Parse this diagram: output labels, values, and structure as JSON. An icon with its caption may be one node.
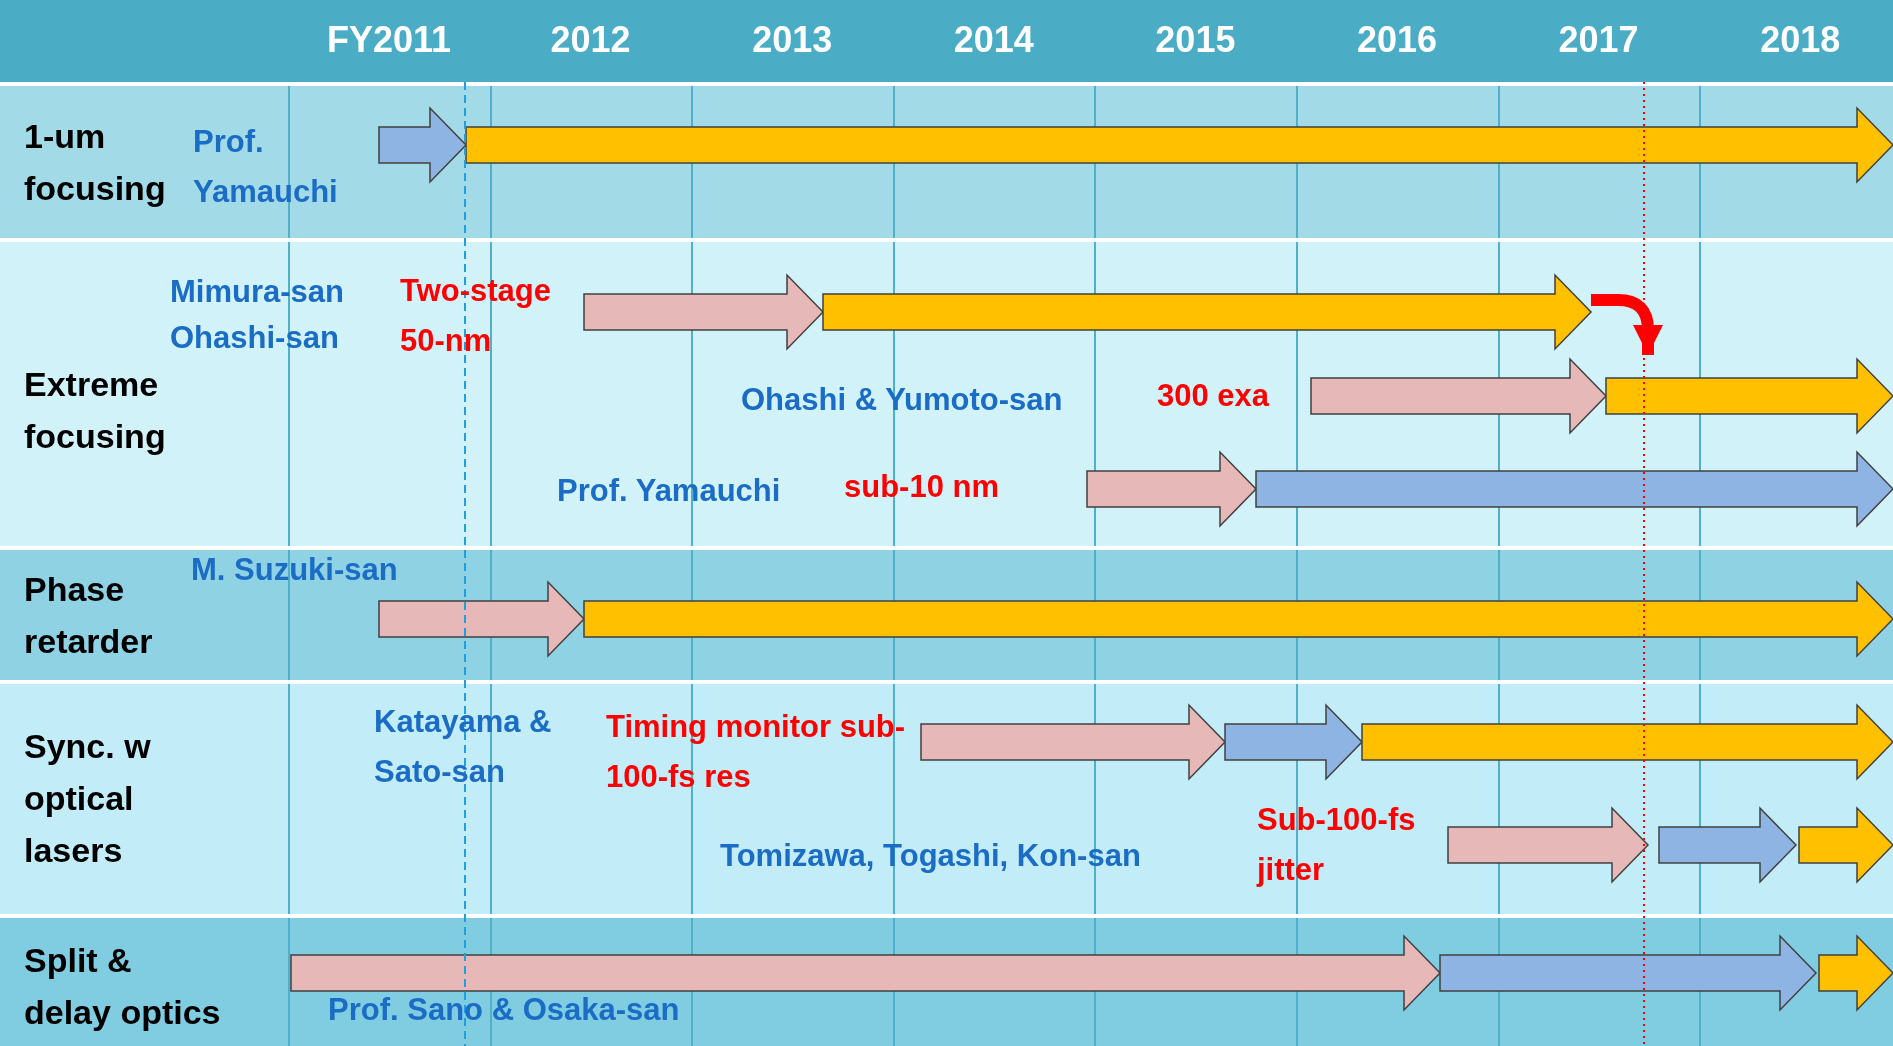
{
  "diagram": {
    "nodes": [
      {
        "text": [
          "1-um focusing"
        ]
      },
      {
        "text": [],
        "shape": "arrow",
        "in": 0
      },
      {
        "text": [],
        "shape": "arrow",
        "in": 0
      },
      {
        "text": [
          "Extreme focusing"
        ]
      },
      {
        "text": [],
        "shape": "arrow",
        "in": 3
      },
      {
        "text": [],
        "shape": "arrow",
        "in": 3
      },
      {
        "text": [],
        "shape": "arrow",
        "in": 3
      },
      {
        "text": [],
        "shape": "arrow",
        "in": 3
      },
      {
        "text": [],
        "shape": "arrow",
        "in": 3
      },
      {
        "text": [],
        "shape": "arrow",
        "in": 3
      },
      {
        "text": [
          "Phase retarder"
        ]
      },
      {
        "text": [],
        "shape": "arrow",
        "in": 10
      },
      {
        "text": [],
        "shape": "arrow",
        "in": 10
      },
      {
        "text": [
          "Sync. w optical lasers"
        ]
      },
      {
        "text": [],
        "shape": "arrow",
        "in": 13
      },
      {
        "text": [],
        "shape": "arrow",
        "in": 13
      },
      {
        "text": [],
        "shape": "arrow",
        "in": 13
      },
      {
        "text": [],
        "shape": "arrow",
        "in": 13
      },
      {
        "text": [],
        "shape": "arrow",
        "in": 13
      },
      {
        "text": [],
        "shape": "arrow",
        "in": 13
      },
      {
        "text": [
          "Split & delay optics"
        ]
      },
      {
        "text": [],
        "shape": "arrow",
        "in": 20
      },
      {
        "text": [],
        "shape": "arrow",
        "in": 20
      },
      {
        "text": [],
        "shape": "arrow",
        "in": 20
      }
    ],
    "edges": [
      {
        "from": 5,
        "to": 7,
        "arrow": "to",
        "color": "#ff0000"
      }
    ],
    "labels": [
      "FY2011",
      "2012",
      "2013",
      "2014",
      "2015",
      "2016",
      "2017",
      "2018",
      "Prof. Yamauchi",
      "Mimura-san",
      "Ohashi-san",
      "Two-stage 50-nm",
      "Ohashi & Yumoto-san",
      "300 exa",
      "Prof. Yamauchi",
      "sub-10 nm",
      "M. Suzuki-san",
      "Katayama & Sato-san",
      "Timing monitor sub-100-fs res",
      "Tomizawa, Togashi, Kon-san",
      "Sub-100-fs jitter",
      "Prof. Sano & Osaka-san"
    ]
  }
}
